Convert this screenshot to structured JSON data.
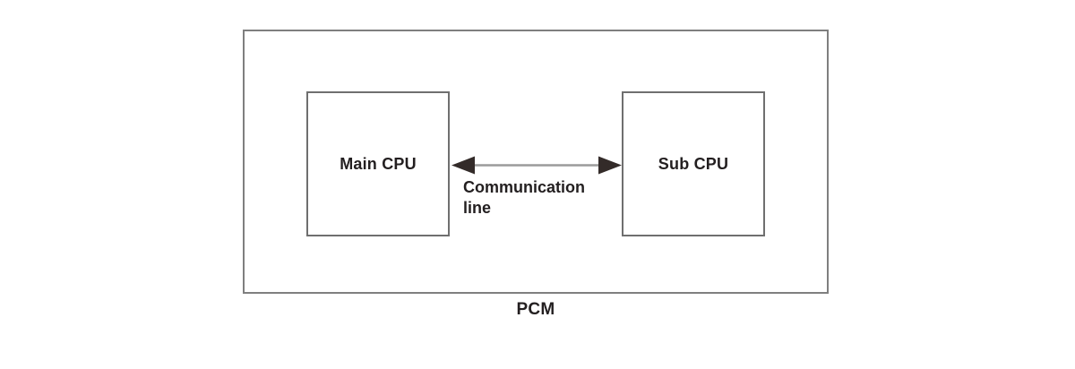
{
  "diagram": {
    "outer_label": "PCM",
    "nodes": [
      {
        "id": "main-cpu",
        "label": "Main CPU"
      },
      {
        "id": "sub-cpu",
        "label": "Sub CPU"
      }
    ],
    "connection": {
      "type": "bidirectional-arrow",
      "label": "Communication line",
      "from": "main-cpu",
      "to": "sub-cpu"
    },
    "colors": {
      "background": "#ffffff",
      "outer_border": "#7f7f7f",
      "box_border": "#6f6f6f",
      "text": "#231f20",
      "arrow_shaft": "#9b9b9b",
      "arrow_head": "#332b29"
    }
  }
}
